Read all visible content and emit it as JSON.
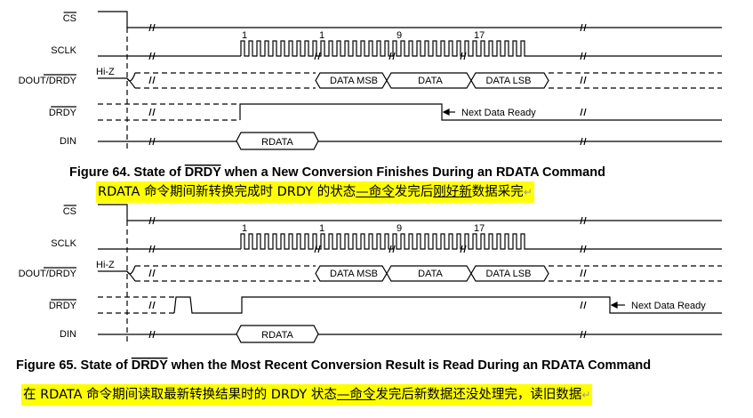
{
  "signals": {
    "cs": "CS",
    "sclk": "SCLK",
    "dout_prefix": "DOUT/",
    "drdy": "DRDY",
    "din": "DIN",
    "hiz": "Hi-Z"
  },
  "bus_labels": {
    "msb": "DATA MSB",
    "data": "DATA",
    "lsb": "DATA LSB",
    "rdata": "RDATA"
  },
  "clock_numbers": [
    "1",
    "1",
    "9",
    "17"
  ],
  "next_data_ready": "Next Data Ready",
  "fig64": {
    "prefix": "Figure 64.  State of ",
    "drdy": "DRDY",
    "suffix": " when a New Conversion Finishes During an RDATA Command"
  },
  "fig65": {
    "prefix": "Figure 65.  State of ",
    "drdy": "DRDY",
    "suffix": " when the Most Recent Conversion Result is Read During an RDATA Command"
  },
  "note64": {
    "a": "RDATA 命令期间新转换完成时 DRDY 的状态",
    "b": "—命令",
    "c": "发完后",
    "d": "刚好新",
    "e": "数据采完"
  },
  "note65": {
    "a": "在 RDATA 命令期间读取最新转换结果时的 DRDY 状态",
    "b": "—命令",
    "c": "发完后新数据还没处理完，读旧数据"
  },
  "return_mark": "↵",
  "highlight_color": "#ffff00"
}
